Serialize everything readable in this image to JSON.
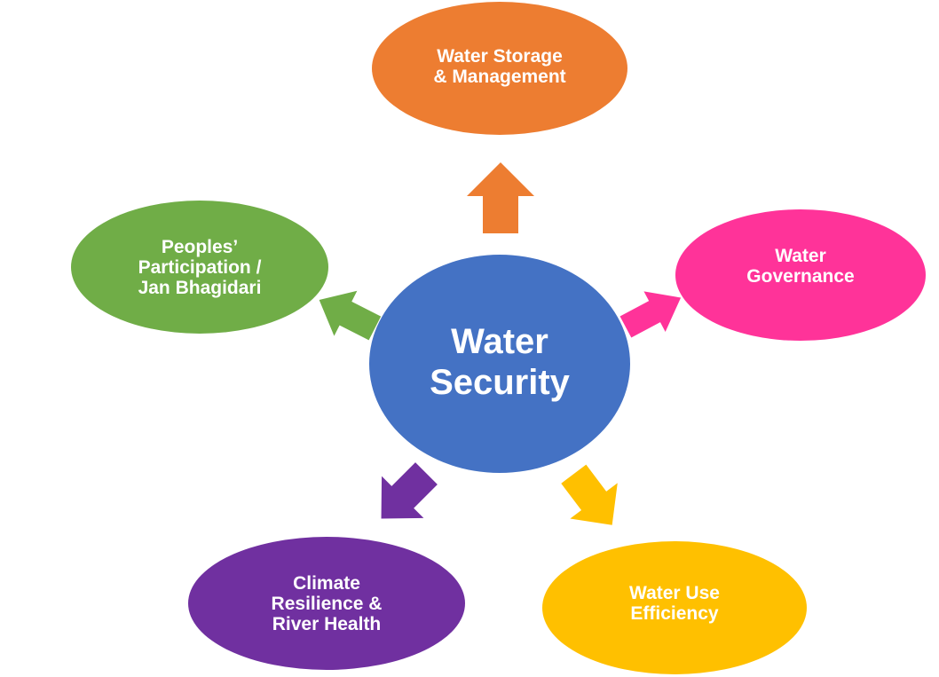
{
  "center": {
    "lines": [
      "Water",
      "Security"
    ],
    "color": "#4472C4"
  },
  "nodes": [
    {
      "id": "storage",
      "lines": [
        "Water Storage",
        "& Management"
      ],
      "color": "#ED7D31"
    },
    {
      "id": "governance",
      "lines": [
        "Water",
        "Governance"
      ],
      "color": "#FF3399"
    },
    {
      "id": "efficiency",
      "lines": [
        "Water Use",
        "Efficiency"
      ],
      "color": "#FFC000"
    },
    {
      "id": "climate",
      "lines": [
        "Climate",
        "Resilience &",
        "River Health"
      ],
      "color": "#7030A0"
    },
    {
      "id": "participation",
      "lines": [
        "Peoples’",
        "Participation /",
        "Jan Bhagidari"
      ],
      "color": "#70AD47"
    }
  ]
}
